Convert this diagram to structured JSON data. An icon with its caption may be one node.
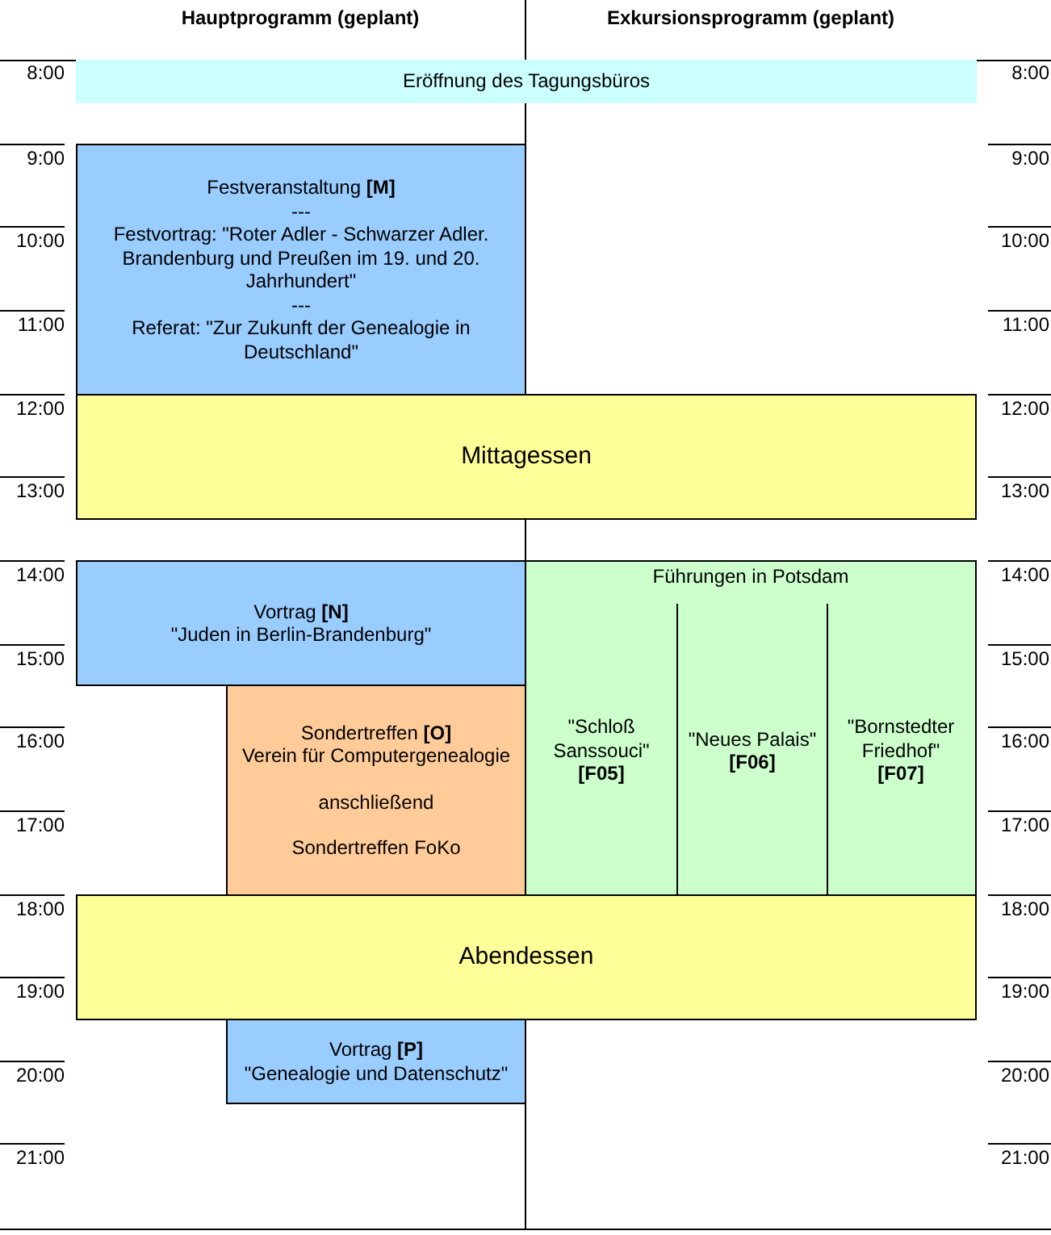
{
  "diagram": {
    "nodes": [
      {
        "text": [
          "Eröffnung des Tagungsbüros"
        ]
      },
      {
        "text": [
          "Festveranstaltung  **[M]**",
          "---",
          "Festvortrag: \"Roter Adler - Schwarzer Adler. Brandenburg und Preußen im 19.  und 20. Jahrhundert\"",
          "---",
          "Referat: \"Zur Zukunft der Genealogie in Deutschland\""
        ]
      },
      {
        "text": [
          "Mittagessen"
        ]
      },
      {
        "text": [
          "Vortrag  **[N]**",
          "\"Juden in Berlin-Brandenburg\""
        ]
      },
      {
        "text": [
          "Führungen in Potsdam"
        ]
      },
      {
        "text": [
          "\"Schloß Sanssouci\"",
          "[F05]"
        ],
        "in": 4
      },
      {
        "text": [
          "\"Neues Palais\"",
          "[F06]"
        ],
        "in": 4
      },
      {
        "text": [
          "\"Bornstedter Friedhof\"",
          "[F07]"
        ],
        "in": 4
      },
      {
        "text": [
          "Sondertreffen  **[O]**",
          "Verein für Computergenealogie",
          "anschließend",
          "Sondertreffen FoKo"
        ]
      },
      {
        "text": [
          "Abendessen"
        ]
      },
      {
        "text": [
          "Vortrag  **[P]**",
          "\"Genealogie und Datenschutz\""
        ]
      }
    ],
    "edges": [],
    "labels": [
      "Hauptprogramm (geplant)",
      "Exkursionsprogramm (geplant)",
      "8:00",
      "8:00",
      "9:00",
      "9:00",
      "10:00",
      "10:00",
      "11:00",
      "11:00",
      "12:00",
      "12:00",
      "13:00",
      "13:00",
      "14:00",
      "14:00",
      "15:00",
      "15:00",
      "16:00",
      "16:00",
      "17:00",
      "17:00",
      "18:00",
      "18:00",
      "19:00",
      "19:00",
      "20:00",
      "20:00",
      "21:00",
      "21:00"
    ]
  }
}
